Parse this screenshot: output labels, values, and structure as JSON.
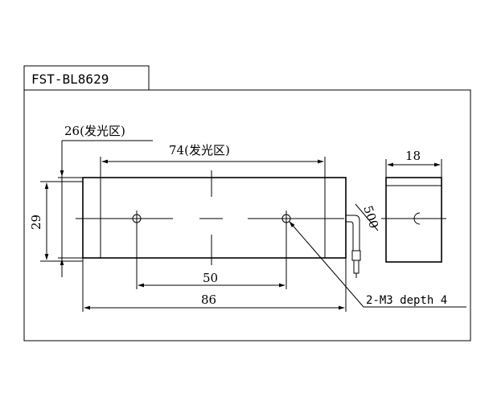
{
  "title": "FST-BL8629",
  "dimensions": {
    "emit_width": "26(发光区)",
    "emit_length": "74(发光区)",
    "height": "29",
    "width": "18",
    "cable": "500",
    "hole_spacing": "50",
    "length": "86"
  },
  "note": "2-M3 depth 4"
}
